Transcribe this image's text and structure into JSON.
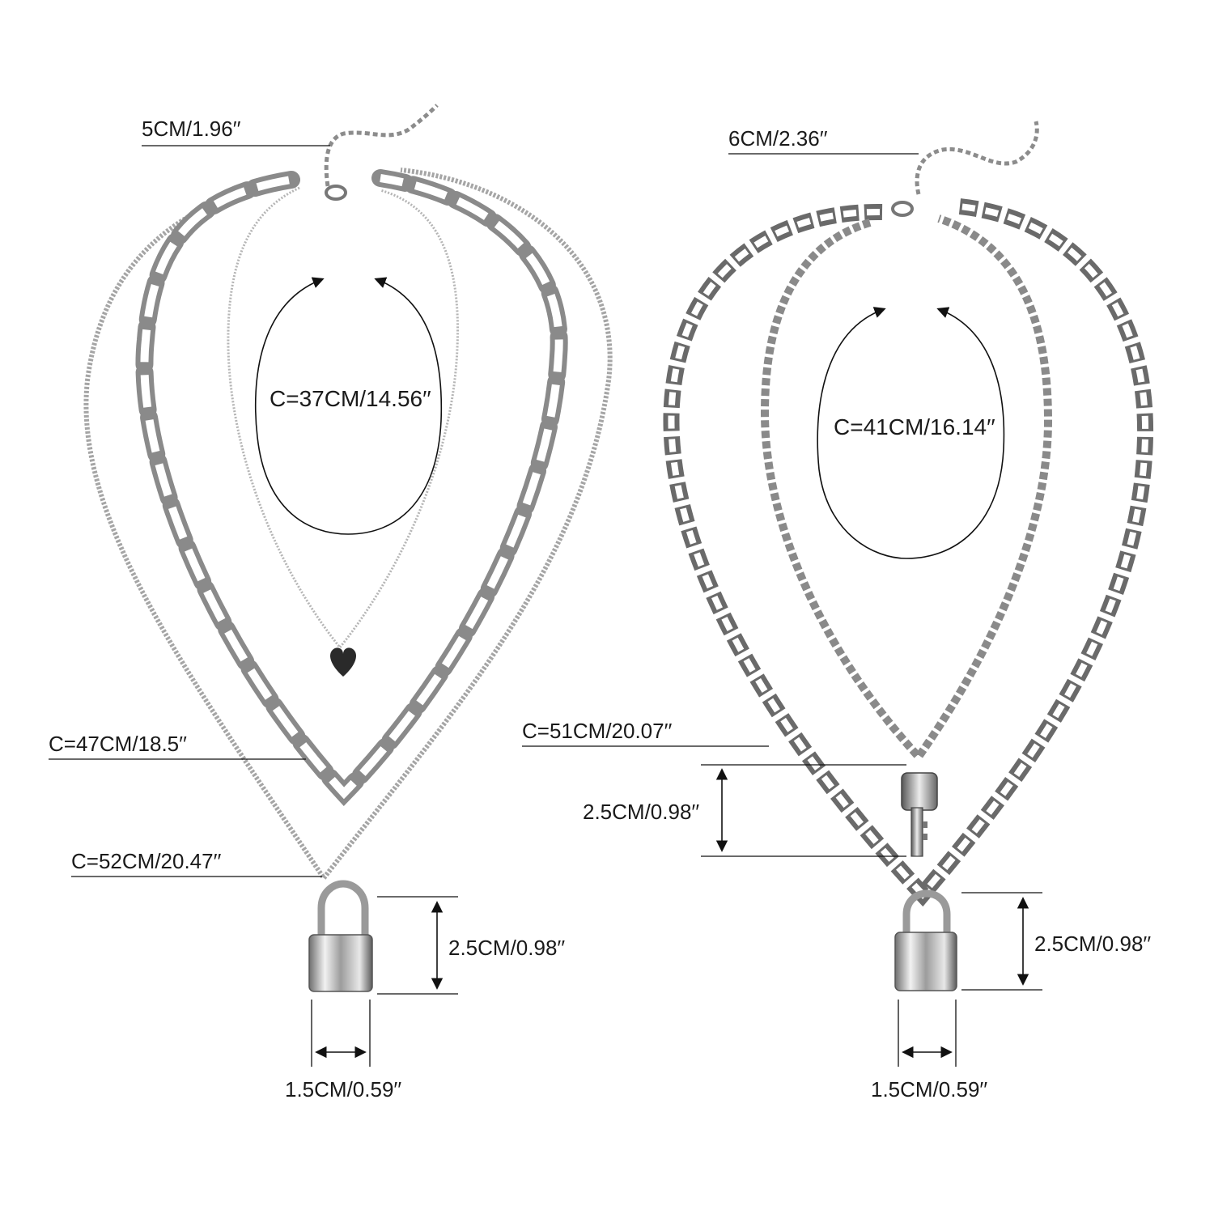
{
  "colors": {
    "background": "#ffffff",
    "silver_light": "#e6e6e6",
    "silver_mid": "#9a9a9a",
    "silver_dark": "#4a4a4a",
    "label_text": "#1a1a1a"
  },
  "left_set": {
    "extender_label": "5CM/1.96′′",
    "inner_circumference_label": "C=37CM/14.56′′",
    "middle_circumference_label": "C=47CM/18.5′′",
    "outer_circumference_label": "C=52CM/20.47′′",
    "lock_height_label": "2.5CM/0.98′′",
    "lock_width_label": "1.5CM/0.59′′",
    "inner_pendant": "heart-icon",
    "outer_pendant": "padlock-icon"
  },
  "right_set": {
    "extender_label": "6CM/2.36′′",
    "inner_circumference_label": "C=41CM/16.14′′",
    "key_circumference_label": "C=51CM/20.07′′",
    "key_height_label": "2.5CM/0.98′′",
    "lock_height_label": "2.5CM/0.98′′",
    "lock_width_label": "1.5CM/0.59′′",
    "inner_pendant": "key-icon",
    "outer_pendant": "padlock-icon"
  }
}
